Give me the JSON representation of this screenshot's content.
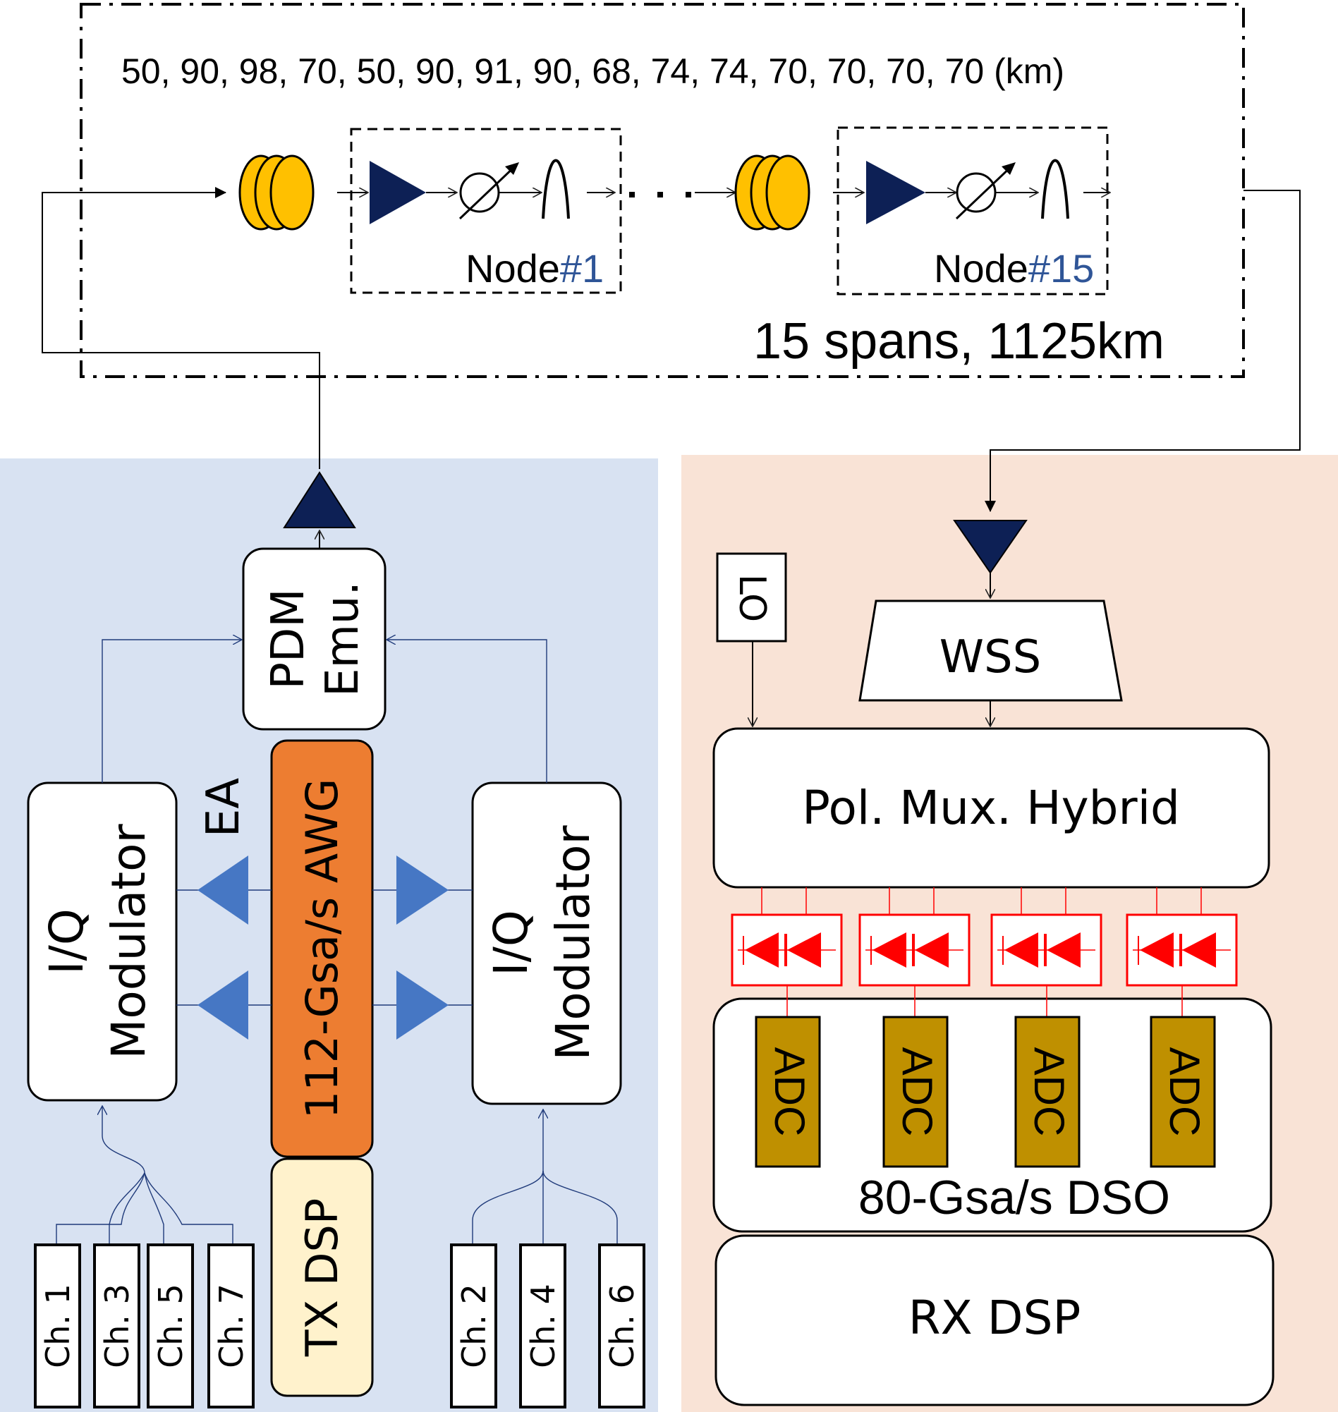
{
  "loop": {
    "span_lengths": "50, 90, 98, 70, 50, 90, 91, 90, 68, 74, 74, 70, 70, 70, 70 (km)",
    "total": "15 spans, 1125km",
    "dots": "· · ·",
    "nodes": [
      {
        "prefix": "Node",
        "number": "#1"
      },
      {
        "prefix": "Node",
        "number": "#15"
      }
    ]
  },
  "transmitter": {
    "pdm_line1": "PDM",
    "pdm_line2": "Emu.",
    "ea_label": "EA",
    "awg_label": "112-Gsa/s AWG",
    "tx_dsp_label": "TX DSP",
    "iq_left_line1": "I/Q",
    "iq_left_line2": "Modulator",
    "iq_right_line1": "I/Q",
    "iq_right_line2": "Modulator",
    "channels_left": [
      "Ch. 1",
      "Ch. 3",
      "Ch. 5",
      "Ch. 7"
    ],
    "channels_right": [
      "Ch. 2",
      "Ch. 4",
      "Ch. 6"
    ]
  },
  "receiver": {
    "lo_label": "LO",
    "wss_label": "WSS",
    "hybrid_label": "Pol. Mux. Hybrid",
    "adc_labels": [
      "ADC",
      "ADC",
      "ADC",
      "ADC"
    ],
    "dso_label": "80-Gsa/s DSO",
    "rx_dsp_label": "RX DSP"
  },
  "colors": {
    "tx_panel": "#d8e2f2",
    "rx_panel": "#f9e3d6",
    "amplifier": "#0d2055",
    "ea_triangle": "#4677c4",
    "fiber_coil": "#ffc000",
    "awg_box": "#ed7d31",
    "tx_dsp_box": "#fff2cc",
    "adc_box": "#bf9000",
    "photodiode": "#ff0000",
    "node_number": "#2f5597"
  }
}
